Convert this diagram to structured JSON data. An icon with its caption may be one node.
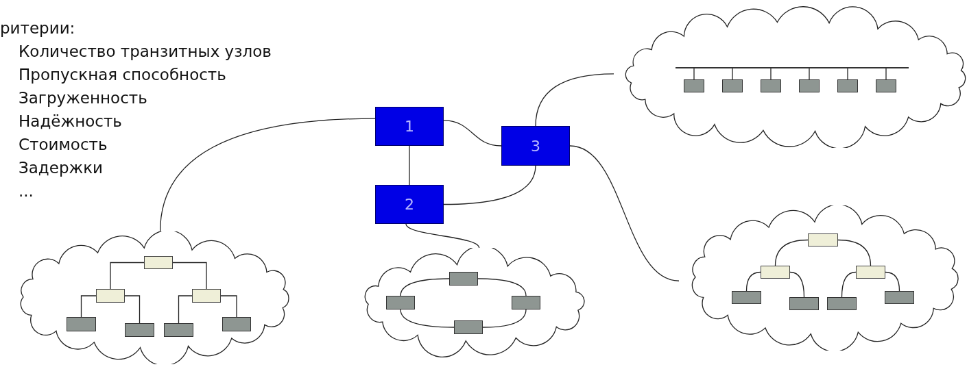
{
  "diagram": {
    "nodes": [
      {
        "text": [
          "1"
        ]
      },
      {
        "text": [
          "2"
        ]
      },
      {
        "text": [
          "3"
        ]
      },
      {
        "text": [],
        "shape": "cloud"
      },
      {
        "text": [],
        "shape": "bar",
        "in": 3
      },
      {
        "text": [],
        "shape": "box",
        "in": 3
      },
      {
        "text": [],
        "shape": "box",
        "in": 3
      },
      {
        "text": [],
        "shape": "box",
        "in": 3
      },
      {
        "text": [],
        "shape": "box",
        "in": 3
      },
      {
        "text": [],
        "shape": "box",
        "in": 3
      },
      {
        "text": [],
        "shape": "box",
        "in": 3
      },
      {
        "text": [],
        "shape": "cloud"
      },
      {
        "text": [],
        "shape": "box",
        "in": 11
      },
      {
        "text": [],
        "shape": "box",
        "in": 11
      },
      {
        "text": [],
        "shape": "box",
        "in": 11
      },
      {
        "text": [],
        "shape": "box",
        "in": 11
      },
      {
        "text": [],
        "shape": "box",
        "in": 11
      },
      {
        "text": [],
        "shape": "box",
        "in": 11
      },
      {
        "text": [],
        "shape": "box",
        "in": 11
      },
      {
        "text": [],
        "shape": "cloud"
      },
      {
        "text": [],
        "shape": "box",
        "in": 19
      },
      {
        "text": [],
        "shape": "box",
        "in": 19
      },
      {
        "text": [],
        "shape": "box",
        "in": 19
      },
      {
        "text": [],
        "shape": "box",
        "in": 19
      },
      {
        "text": [],
        "shape": "cloud"
      },
      {
        "text": [],
        "shape": "box",
        "in": 24
      },
      {
        "text": [],
        "shape": "box",
        "in": 24
      },
      {
        "text": [],
        "shape": "box",
        "in": 24
      },
      {
        "text": [],
        "shape": "box",
        "in": 24
      },
      {
        "text": [],
        "shape": "box",
        "in": 24
      },
      {
        "text": [],
        "shape": "box",
        "in": 24
      },
      {
        "text": [],
        "shape": "box",
        "in": 24
      }
    ],
    "edges": [
      {
        "from": 0,
        "to": 1,
        "arrow": "none"
      },
      {
        "from": 0,
        "to": 2,
        "arrow": "none"
      },
      {
        "from": 1,
        "to": 2,
        "arrow": "none"
      },
      {
        "from": 0,
        "to": 11,
        "arrow": "none"
      },
      {
        "from": 1,
        "to": 19,
        "arrow": "none"
      },
      {
        "from": 2,
        "to": 3,
        "arrow": "none"
      },
      {
        "from": 2,
        "to": 24,
        "arrow": "none"
      },
      {
        "from": 4,
        "to": 5,
        "arrow": "none"
      },
      {
        "from": 4,
        "to": 6,
        "arrow": "none"
      },
      {
        "from": 4,
        "to": 7,
        "arrow": "none"
      },
      {
        "from": 4,
        "to": 8,
        "arrow": "none"
      },
      {
        "from": 4,
        "to": 9,
        "arrow": "none"
      },
      {
        "from": 4,
        "to": 10,
        "arrow": "none"
      },
      {
        "from": 12,
        "to": 13,
        "arrow": "none"
      },
      {
        "from": 12,
        "to": 14,
        "arrow": "none"
      },
      {
        "from": 13,
        "to": 15,
        "arrow": "none"
      },
      {
        "from": 13,
        "to": 16,
        "arrow": "none"
      },
      {
        "from": 14,
        "to": 17,
        "arrow": "none"
      },
      {
        "from": 14,
        "to": 18,
        "arrow": "none"
      },
      {
        "from": 20,
        "to": 22,
        "arrow": "none"
      },
      {
        "from": 22,
        "to": 23,
        "arrow": "none"
      },
      {
        "from": 23,
        "to": 21,
        "arrow": "none"
      },
      {
        "from": 21,
        "to": 20,
        "arrow": "none"
      },
      {
        "from": 25,
        "to": 26,
        "arrow": "none"
      },
      {
        "from": 25,
        "to": 27,
        "arrow": "none"
      },
      {
        "from": 26,
        "to": 28,
        "arrow": "none"
      },
      {
        "from": 26,
        "to": 29,
        "arrow": "none"
      },
      {
        "from": 27,
        "to": 30,
        "arrow": "none"
      },
      {
        "from": 27,
        "to": 31,
        "arrow": "none"
      }
    ],
    "labels": [
      "ритерии:",
      "Количество транзитных узлов",
      "Пропускная способность",
      "Загруженность",
      "Надёжность",
      "Стоимость",
      "Задержки",
      "..."
    ]
  }
}
